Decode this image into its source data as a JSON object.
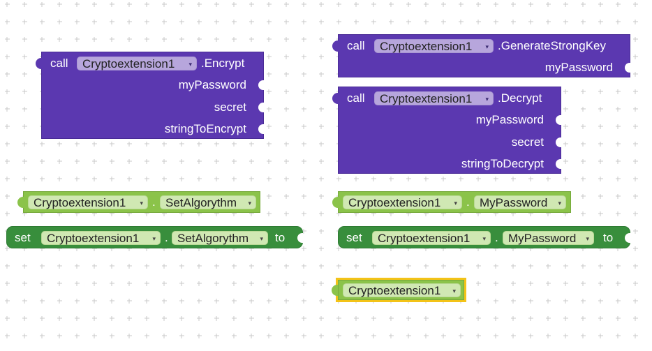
{
  "blocks": {
    "encrypt": {
      "call": "call",
      "component": "Cryptoextension1",
      "method": ".Encrypt",
      "params": [
        "myPassword",
        "secret",
        "stringToEncrypt"
      ]
    },
    "generate": {
      "call": "call",
      "component": "Cryptoextension1",
      "method": ".GenerateStrongKey",
      "params": [
        "myPassword"
      ]
    },
    "decrypt": {
      "call": "call",
      "component": "Cryptoextension1",
      "method": ".Decrypt",
      "params": [
        "myPassword",
        "secret",
        "stringToDecrypt"
      ]
    },
    "get_algorithm": {
      "component": "Cryptoextension1",
      "dot": ".",
      "property": "SetAlgorythm"
    },
    "get_password": {
      "component": "Cryptoextension1",
      "dot": ".",
      "property": "MyPassword"
    },
    "set_algorithm": {
      "set": "set",
      "component": "Cryptoextension1",
      "dot": ".",
      "property": "SetAlgorythm",
      "to": "to"
    },
    "set_password": {
      "set": "set",
      "component": "Cryptoextension1",
      "dot": ".",
      "property": "MyPassword",
      "to": "to"
    },
    "component_block": {
      "component": "Cryptoextension1"
    }
  },
  "dropdown_arrow": "▾",
  "colors": {
    "procedure": "#5b38b0",
    "getter": "#8bc34a",
    "setter": "#388e3c",
    "selection": "#f3c318",
    "grid": "#c9c9c9"
  }
}
